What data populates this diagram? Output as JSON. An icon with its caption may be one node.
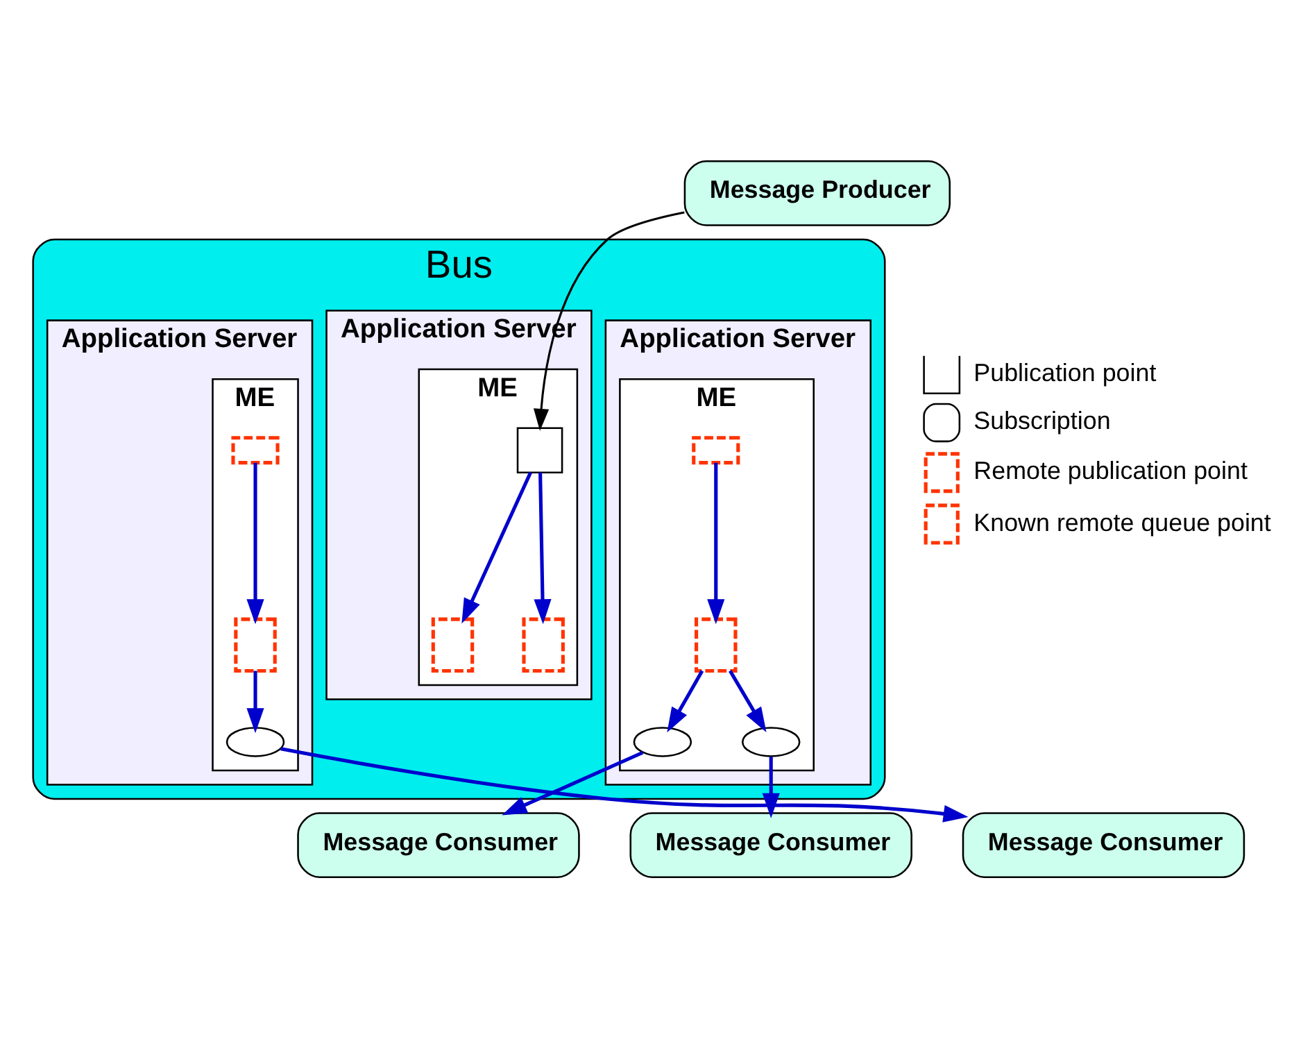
{
  "diagram": {
    "nodes": [
      {
        "text": [
          "Message Producer"
        ]
      },
      {
        "text": [
          "Bus"
        ]
      },
      {
        "text": [
          "Application Server"
        ],
        "in": 1
      },
      {
        "text": [
          "ME"
        ],
        "in": 2
      },
      {
        "text": [],
        "shape": "box",
        "in": 3
      },
      {
        "text": [],
        "shape": "box",
        "in": 3
      },
      {
        "text": [],
        "shape": "box",
        "in": 3
      },
      {
        "text": [
          "Application Server"
        ],
        "in": 1
      },
      {
        "text": [
          "ME"
        ],
        "in": 7
      },
      {
        "text": [],
        "shape": "box",
        "in": 8
      },
      {
        "text": [],
        "shape": "box",
        "in": 8
      },
      {
        "text": [],
        "shape": "ellipse",
        "in": 8
      },
      {
        "text": [],
        "shape": "ellipse",
        "in": 8
      },
      {
        "text": [
          "Application Server"
        ],
        "in": 1
      },
      {
        "text": [
          "ME"
        ],
        "in": 13
      },
      {
        "text": [],
        "shape": "box",
        "in": 14
      },
      {
        "text": [],
        "shape": "box",
        "in": 14
      },
      {
        "text": [],
        "shape": "ellipse",
        "in": 14
      },
      {
        "text": [
          "Message Consumer"
        ]
      },
      {
        "text": [
          "Message Consumer"
        ]
      },
      {
        "text": [
          "Message Consumer"
        ]
      }
    ],
    "edges": [
      {
        "from": 0,
        "to": 4,
        "arrow": "to",
        "color": "#000000"
      },
      {
        "from": 4,
        "to": 5,
        "arrow": "to"
      },
      {
        "from": 4,
        "to": 6,
        "arrow": "to"
      },
      {
        "from": 9,
        "to": 10,
        "arrow": "to"
      },
      {
        "from": 10,
        "to": 11,
        "arrow": "to"
      },
      {
        "from": 10,
        "to": 12,
        "arrow": "to"
      },
      {
        "from": 11,
        "to": 18,
        "arrow": "to"
      },
      {
        "from": 12,
        "to": 19,
        "arrow": "to"
      },
      {
        "from": 15,
        "to": 16,
        "arrow": "to"
      },
      {
        "from": 16,
        "to": 17,
        "arrow": "to"
      },
      {
        "from": 17,
        "to": 20,
        "arrow": "to"
      }
    ],
    "legend": [
      {
        "text": "Publication point"
      },
      {
        "text": "Subscription"
      },
      {
        "text": "Remote publication point"
      },
      {
        "text": "Known remote queue point"
      }
    ]
  }
}
